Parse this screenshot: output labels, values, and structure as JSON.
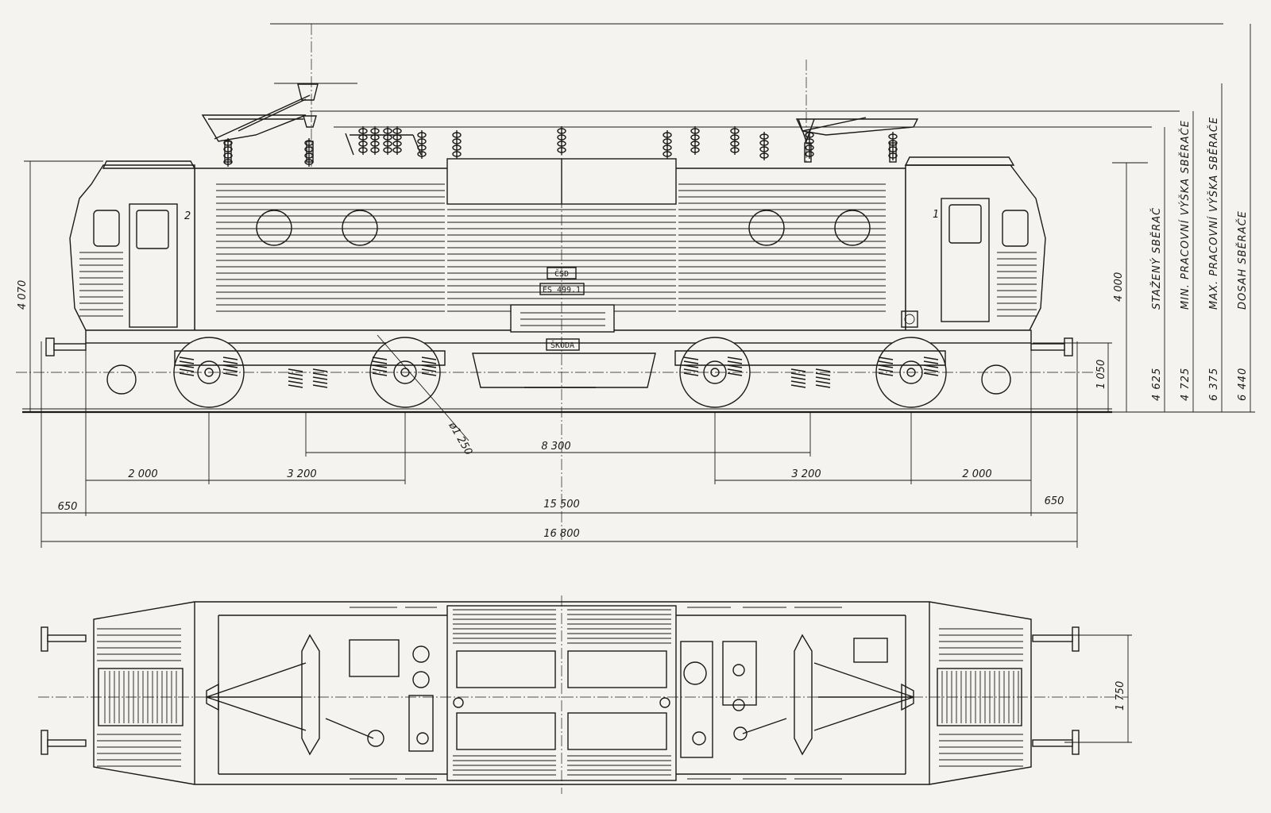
{
  "markings": {
    "operator": "ČSD",
    "class": "ES 499.1",
    "maker": "ŠKODA",
    "cab_2": "2",
    "cab_1": "1"
  },
  "dimensions": {
    "overall_length": "16 800",
    "body_length": "15 500",
    "buffer_overhang_left": "650",
    "buffer_overhang_right": "650",
    "end_to_axle_left": "2 000",
    "end_to_axle_right": "2 000",
    "bogie_wheelbase_left": "3 200",
    "bogie_wheelbase_right": "3 200",
    "bogie_centres": "8 300",
    "wheel_diameter": "ø1 250",
    "body_height": "4 070",
    "roof_height": "4 000",
    "buffer_height": "1 050",
    "track_gauge_top": "1 750"
  },
  "pantograph_heights": [
    {
      "value": "4 625",
      "label": "STAŽENÝ SBĚRAČ"
    },
    {
      "value": "4 725",
      "label": "MIN. PRACOVNÍ VÝŠKA SBĚRAČE"
    },
    {
      "value": "6 375",
      "label": "MAX. PRACOVNÍ VÝŠKA SBĚRAČE"
    },
    {
      "value": "6 440",
      "label": "DOSAH SBĚRAČE"
    }
  ]
}
